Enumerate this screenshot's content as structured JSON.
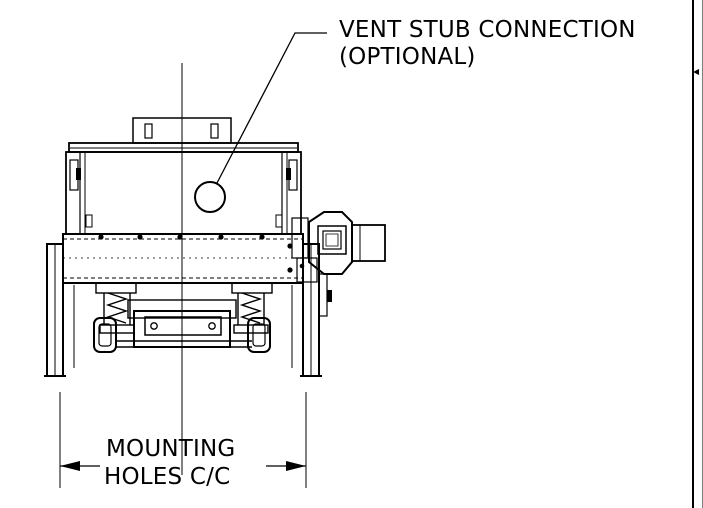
{
  "annotations": {
    "vent_stub_line1": "VENT STUB CONNECTION",
    "vent_stub_line2": "(OPTIONAL)",
    "mounting_line1": "MOUNTING",
    "mounting_line2": "HOLES C/C"
  },
  "colors": {
    "line": "#000000",
    "background": "#ffffff"
  }
}
